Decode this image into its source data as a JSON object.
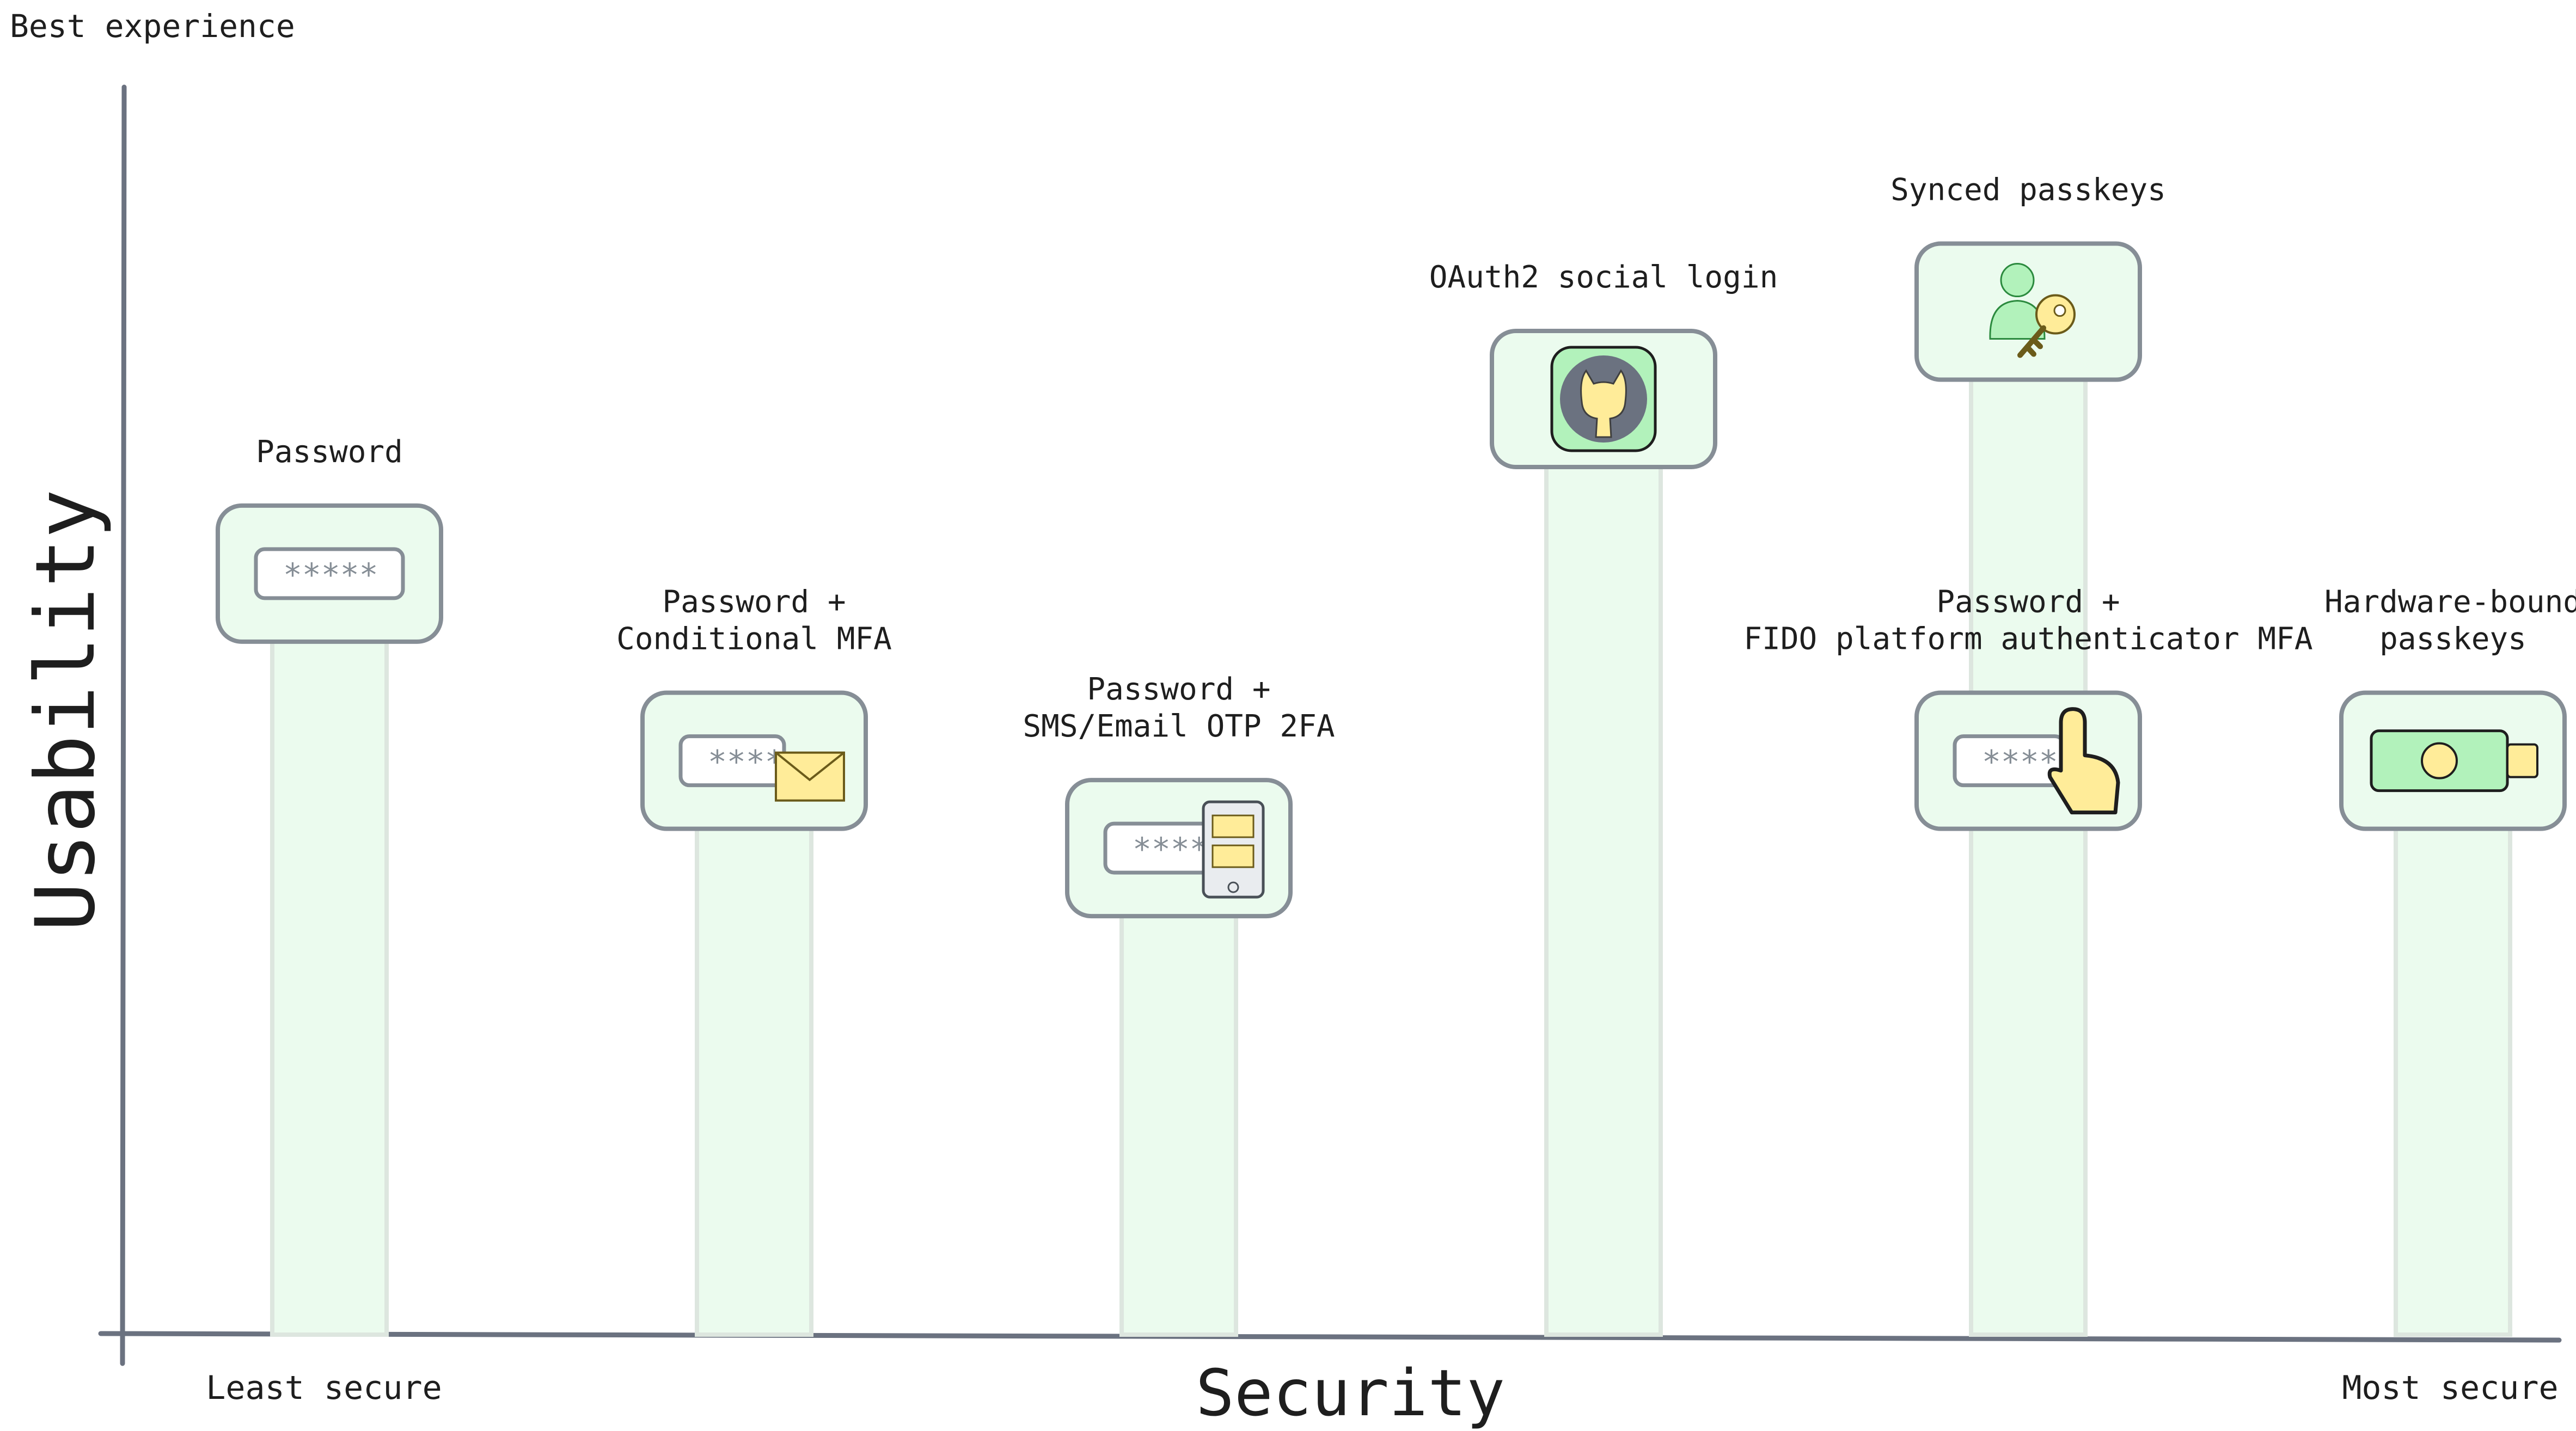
{
  "chart_data": {
    "type": "bar",
    "title": "",
    "annotation_top": "Best experience",
    "xlabel": "Security",
    "ylabel": "Usability",
    "x_left_label": "Least secure",
    "x_right_label": "Most secure",
    "ylim": [
      0,
      100
    ],
    "grid": false,
    "categories": [
      [
        "Password"
      ],
      [
        "Password +",
        "Conditional MFA"
      ],
      [
        "Password +",
        "SMS/Email OTP 2FA"
      ],
      [
        "OAuth2 social login"
      ],
      [
        "Password +",
        "FIDO platform authenticator MFA"
      ],
      [
        "Synced passkeys"
      ],
      [
        "Hardware-bound",
        "passkeys"
      ]
    ],
    "x": [
      1,
      2,
      3,
      4,
      5,
      5,
      6
    ],
    "values": [
      61,
      46,
      39,
      75,
      46,
      82,
      46
    ],
    "icons": [
      "password-field-icon",
      "password-email-icon",
      "password-phone-otp-icon",
      "github-icon",
      "password-touch-icon",
      "passkey-user-key-icon",
      "security-key-icon"
    ],
    "colors": {
      "bar": "#ebfbee",
      "bar_edge": "#dde6df",
      "card": "#ebfbee",
      "card_edge": "#868e96",
      "accent_yellow": "#ffec99",
      "accent_green": "#b2f2bb"
    }
  }
}
